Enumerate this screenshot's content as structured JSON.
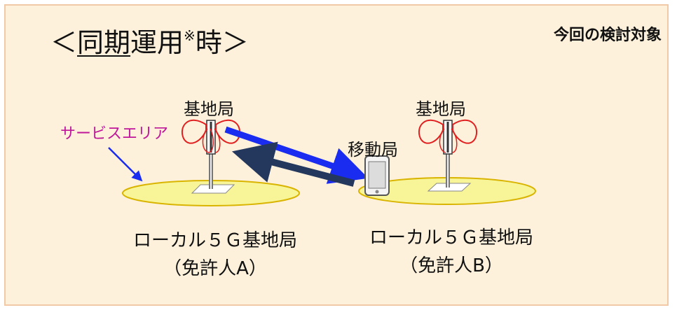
{
  "title": {
    "left": "＜",
    "underlined": "同期",
    "middle": "運用",
    "note_mark": "※",
    "end": "時",
    "right": "＞"
  },
  "scope_label": "今回の検討対象",
  "base_station_label": "基地局",
  "mobile_station_label": "移動局",
  "service_area_label": "サービスエリア",
  "station_a": {
    "line1": "ローカル５Ｇ基地局",
    "line2": "（免許人A）"
  },
  "station_b": {
    "line1": "ローカル５Ｇ基地局",
    "line2": "（免許人B）"
  },
  "colors": {
    "background": "#fdf1dc",
    "border": "#f2c9a6",
    "area_fill": "#f8f598",
    "area_stroke": "#d9b400",
    "antenna_lobe": "#e02020",
    "arrow_to_mobile": "#1a2cf0",
    "arrow_to_base": "#24385e",
    "service_label": "#c0169a"
  }
}
